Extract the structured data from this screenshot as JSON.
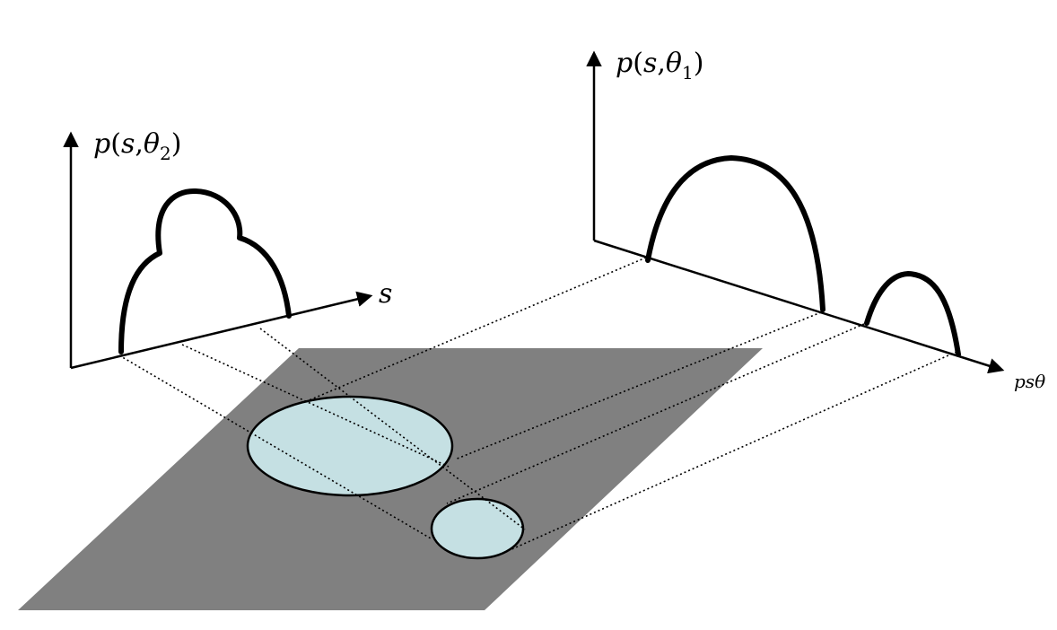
{
  "labels": {
    "left_axis_p": "p",
    "left_axis_open": "(",
    "left_axis_s": "s",
    "left_axis_comma": ",",
    "left_axis_theta": "θ",
    "left_axis_sub": "2",
    "left_axis_close": ")",
    "right_axis_p": "p",
    "right_axis_open": "(",
    "right_axis_s": "s",
    "right_axis_comma": ",",
    "right_axis_theta": "θ",
    "right_axis_sub": "1",
    "right_axis_close": ")",
    "left_s_axis": "s",
    "right_s_axis": "𝑝𝑠𝜃"
  },
  "colors": {
    "plane": "#808080",
    "region": "#c5e0e3",
    "line": "#000000",
    "background": "#ffffff"
  }
}
